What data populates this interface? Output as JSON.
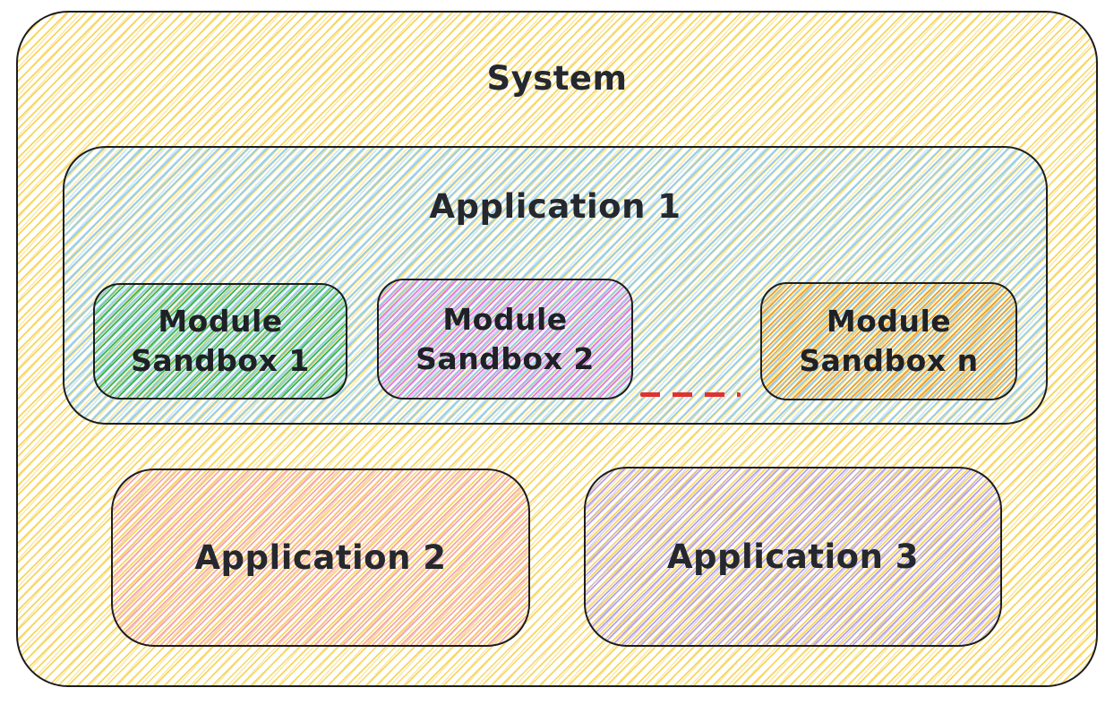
{
  "diagram": {
    "type": "architecture-sketch",
    "style": {
      "stroke_color": "#1d1d1d",
      "text_color": "#25282e",
      "background": "#ffffff",
      "hatch_pattern": "diagonal"
    },
    "system": {
      "label": "System",
      "fill": "#f7d65e"
    },
    "application1": {
      "label": "Application 1",
      "fill": "#93cff1",
      "modules": [
        {
          "label": "Module Sandbox 1",
          "fill": "#31b761"
        },
        {
          "label": "Module Sandbox 2",
          "fill": "#e07ae8"
        },
        {
          "label": "Module Sandbox n",
          "fill": "#f29d1f"
        }
      ],
      "ellipsis": {
        "meaning": "more module sandboxes",
        "color": "#e03131",
        "style": "dashed"
      }
    },
    "application2": {
      "label": "Application 2",
      "fill": "#f5a6ae"
    },
    "application3": {
      "label": "Application 3",
      "fill": "#b4a2ef"
    }
  }
}
